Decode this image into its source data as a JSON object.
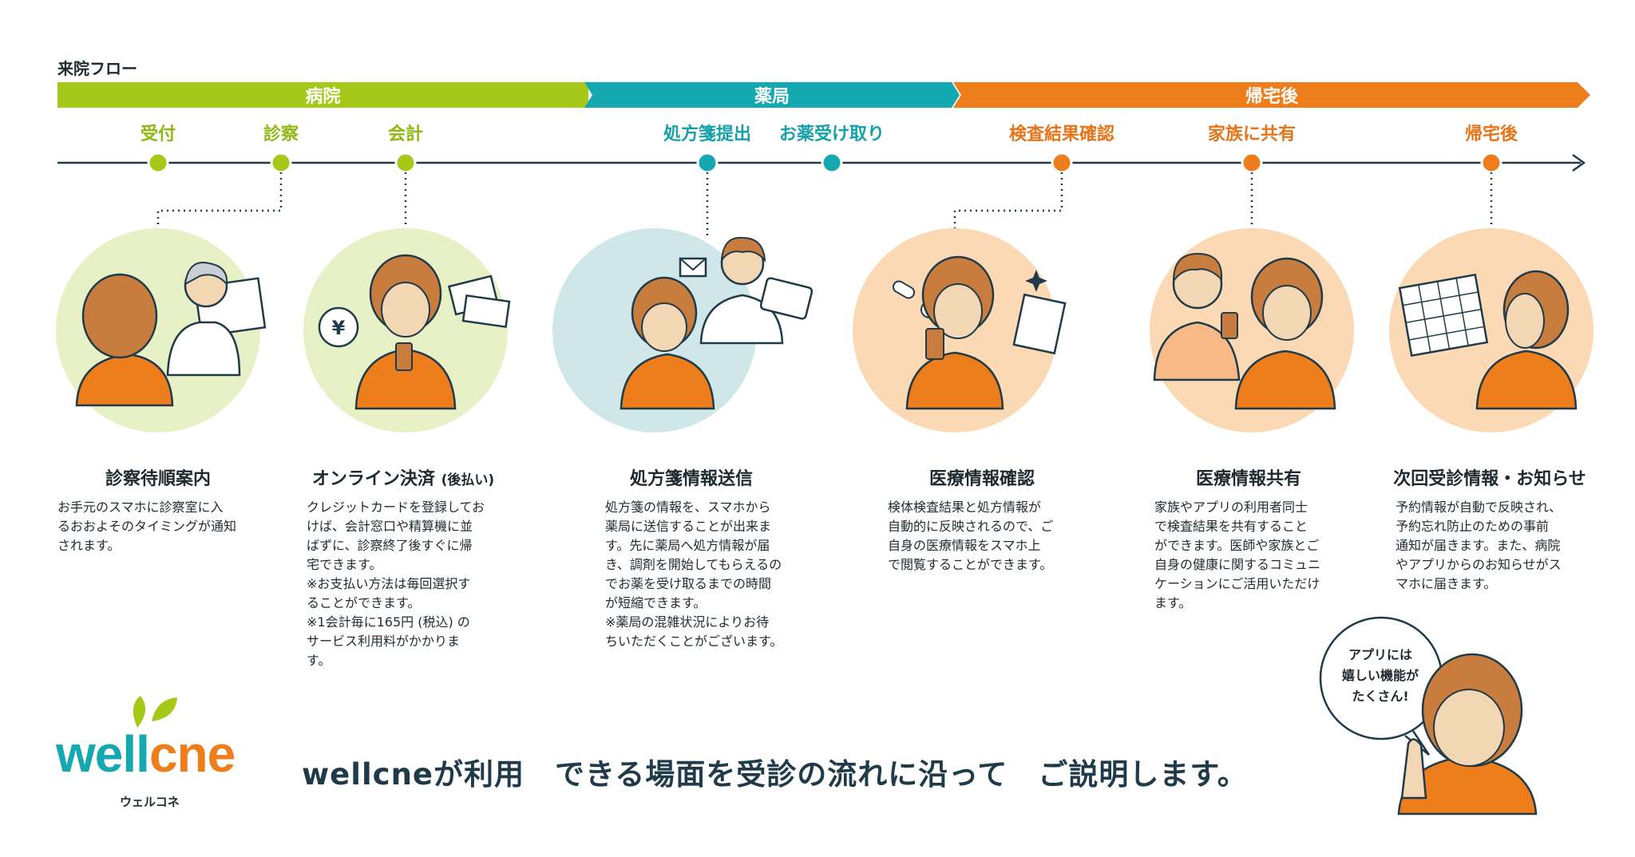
{
  "flow_title": "来院フロー",
  "sections": {
    "hospital": "病院",
    "pharmacy": "薬局",
    "home": "帰宅後"
  },
  "steps": [
    {
      "label": "受付"
    },
    {
      "label": "診察"
    },
    {
      "label": "会計"
    },
    {
      "label": "処方箋提出"
    },
    {
      "label": "お薬受け取り"
    },
    {
      "label": "検査結果確認"
    },
    {
      "label": "家族に共有"
    },
    {
      "label": "帰宅後"
    }
  ],
  "features": [
    {
      "title": "診察待順案内",
      "title_note": "",
      "lines": [
        "お手元のスマホに診察室に入",
        "るおおよそのタイミングが通知",
        "されます。"
      ]
    },
    {
      "title": "オンライン決済",
      "title_note": "(後払い)",
      "lines": [
        "クレジットカードを登録してお",
        "けば、会計窓口や精算機に並",
        "ばずに、診察終了後すぐに帰",
        "宅できます。",
        "※お支払い方法は毎回選択す",
        "ることができます。",
        "※1会計毎に165円 (税込) の",
        "サービス利用料がかかりま",
        "す。"
      ]
    },
    {
      "title": "処方箋情報送信",
      "title_note": "",
      "lines": [
        "処方箋の情報を、スマホから",
        "薬局に送信することが出来ま",
        "す。先に薬局へ処方情報が届",
        "き、調剤を開始してもらえるの",
        "でお薬を受け取るまでの時間",
        "が短縮できます。",
        "※薬局の混雑状況によりお待",
        "ちいただくことがございます。"
      ]
    },
    {
      "title": "医療情報確認",
      "title_note": "",
      "lines": [
        "検体検査結果と処方情報が",
        "自動的に反映されるので、ご",
        "自身の医療情報をスマホ上",
        "で閲覧することができます。"
      ]
    },
    {
      "title": "医療情報共有",
      "title_note": "",
      "lines": [
        "家族やアプリの利用者同士",
        "で検査結果を共有すること",
        "ができます。医師や家族とご",
        "自身の健康に関するコミュニ",
        "ケーションにご活用いただけ",
        "ます。"
      ]
    },
    {
      "title": "次回受診情報・お知らせ",
      "title_note": "",
      "lines": [
        "予約情報が自動で反映され、",
        "予約忘れ防止のための事前",
        "通知が届きます。また、病院",
        "やアプリからのお知らせがス",
        "マホに届きます。"
      ]
    }
  ],
  "logo": {
    "word_main": "well",
    "word_accent": "cne",
    "kana": "ウェルコネ"
  },
  "tagline": "wellcneが利用　できる場面を受診の流れに沿って　ご説明します。",
  "bubble": {
    "lines": [
      "アプリには",
      "嬉しい機能が",
      "たくさん!"
    ]
  },
  "colors": {
    "green": "#a6c919",
    "teal": "#16a8b1",
    "orange": "#ee7d1c",
    "navy": "#1f3b4a"
  }
}
